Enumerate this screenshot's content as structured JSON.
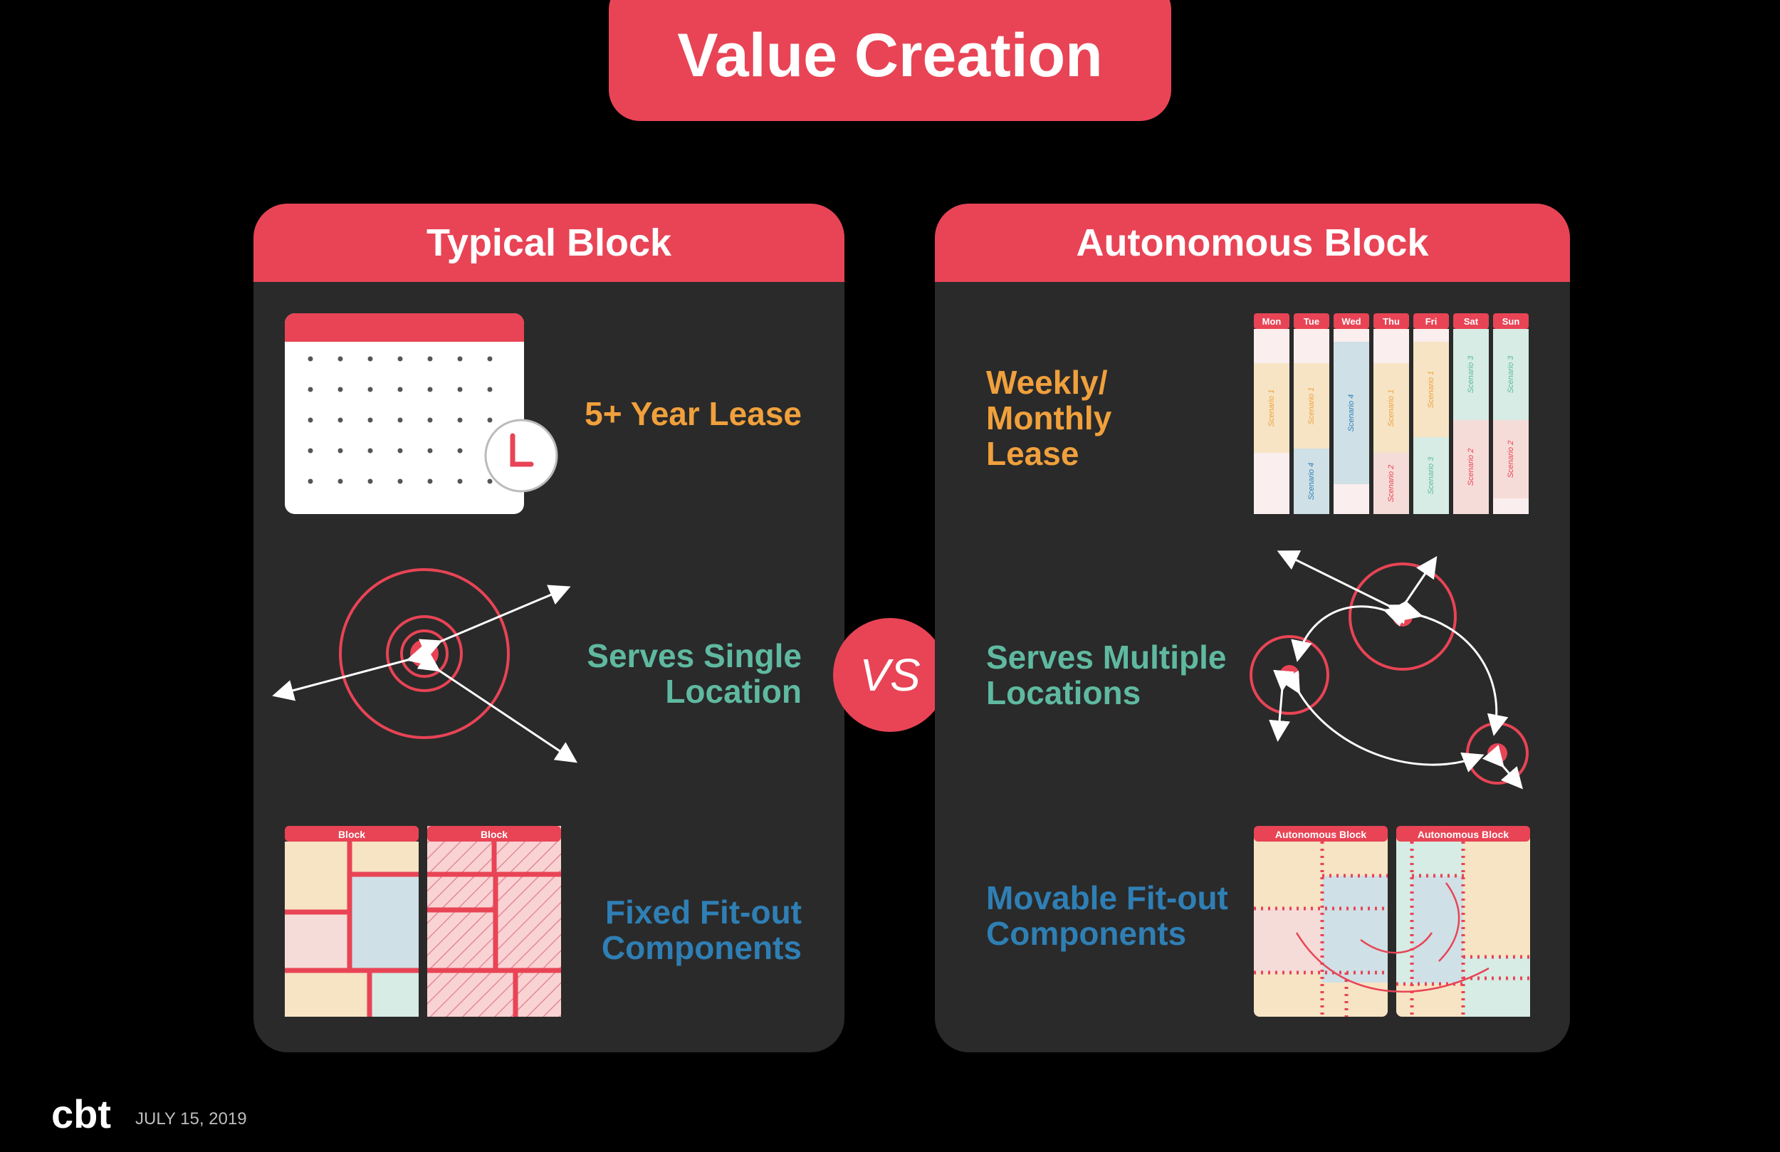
{
  "title": "Value Creation",
  "vs_label": "VS",
  "left_panel": {
    "heading": "Typical Block",
    "items": [
      {
        "label": "5+ Year Lease",
        "color": "#f0a03c"
      },
      {
        "label": "Serves Single Location",
        "color": "#5fb9a0"
      },
      {
        "label": "Fixed Fit-out Components",
        "color": "#2f7fb5"
      }
    ],
    "block_label": "Block"
  },
  "right_panel": {
    "heading": "Autonomous Block",
    "items": [
      {
        "label": "Weekly/ Monthly Lease",
        "color": "#f0a03c"
      },
      {
        "label": "Serves Multiple Locations",
        "color": "#5fb9a0"
      },
      {
        "label": "Movable Fit-out Components",
        "color": "#2f7fb5"
      }
    ],
    "days": [
      "Mon",
      "Tue",
      "Wed",
      "Thu",
      "Fri",
      "Sat",
      "Sun"
    ],
    "scenarios": [
      "Scenario 1",
      "Scenario 2",
      "Scenario 3",
      "Scenario 4"
    ],
    "block_label": "Autonomous Block"
  },
  "footer": {
    "logo": "cbt",
    "date": "JULY 15, 2019"
  },
  "colors": {
    "accent": "#e84455",
    "panel": "#2a2a2a",
    "orange": "#f0a03c",
    "teal": "#5fb9a0",
    "blue": "#2f7fb5"
  }
}
